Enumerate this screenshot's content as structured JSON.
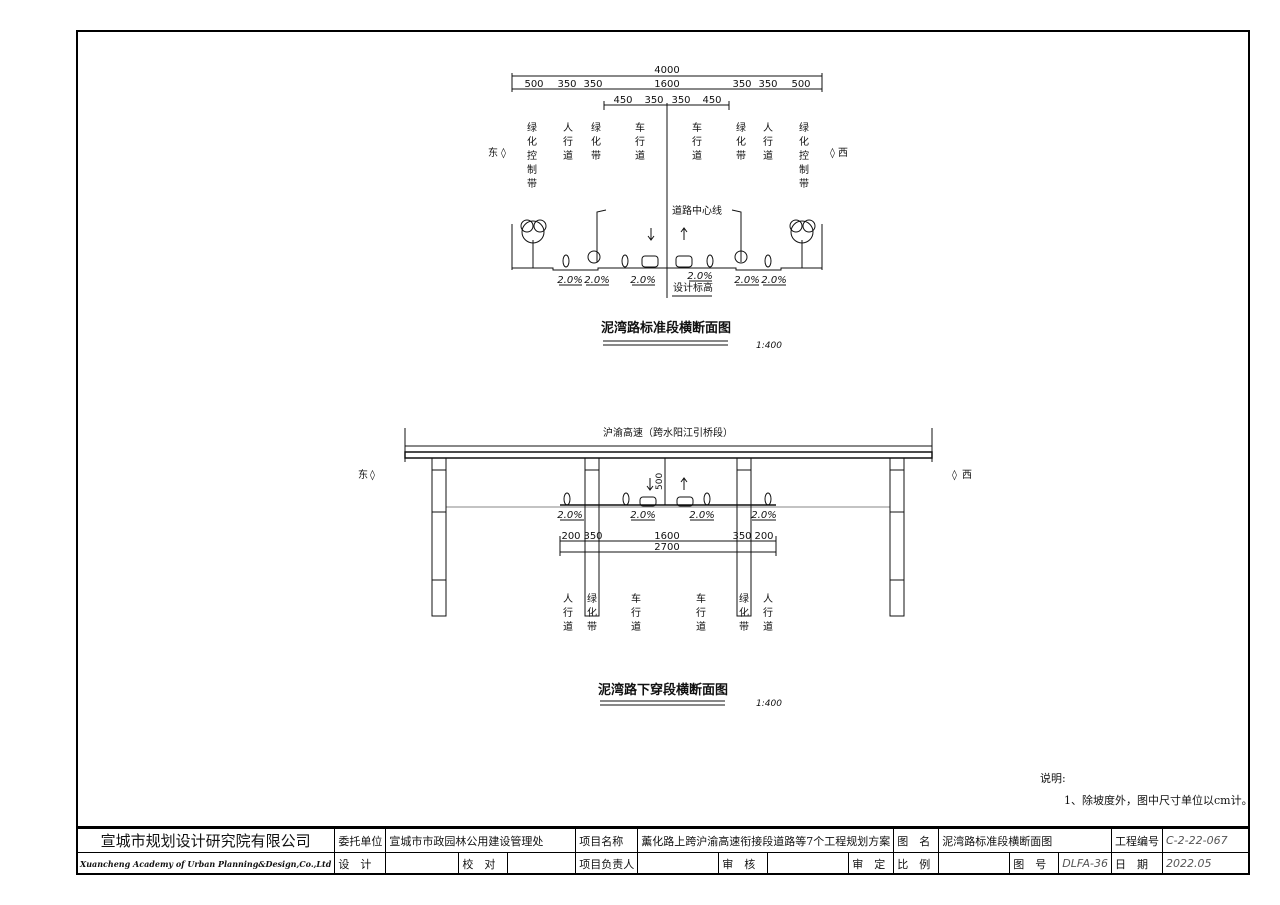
{
  "diagram1": {
    "title": "泥湾路标准段横断面图",
    "scale": "1:400",
    "total": "4000",
    "dims_row1": [
      "500",
      "350",
      "350",
      "1600",
      "350",
      "350",
      "500"
    ],
    "dims_row2": [
      "450",
      "350",
      "350",
      "450"
    ],
    "labels": [
      "绿化控制带",
      "人行道",
      "绿化带",
      "车行道",
      "车行道",
      "绿化带",
      "人行道",
      "绿化控制带"
    ],
    "east": "东",
    "west": "西",
    "centerline": "道路中心线",
    "design_elev": "设计标高",
    "slopes": [
      "2.0%",
      "2.0%",
      "2.0%",
      "2.0%",
      "2.0%",
      "2.0%"
    ]
  },
  "diagram2": {
    "title": "泥湾路下穿段横断面图",
    "scale": "1:400",
    "bridge": "沪渝高速（跨水阳江引桥段）",
    "east": "东",
    "west": "西",
    "clearance": "500",
    "dims_top": [
      "200",
      "350",
      "1600",
      "350",
      "200"
    ],
    "total": "2700",
    "slopes": [
      "2.0%",
      "2.0%",
      "2.0%",
      "2.0%"
    ],
    "labels": [
      "人行道",
      "绿化带",
      "车行道",
      "车行道",
      "绿化带",
      "人行道"
    ]
  },
  "notes": {
    "heading": "说明:",
    "item1": "1、除坡度外，图中尺寸单位以cm计。"
  },
  "title_block": {
    "company_cn": "宣城市规划设计研究院有限公司",
    "company_en": "Xuancheng Academy of Urban Planning&Design,Co.,Ltd",
    "client_label": "委托单位",
    "client": "宣城市市政园林公用建设管理处",
    "project_label": "项目名称",
    "project": "薰化路上跨沪渝高速衔接段道路等7个工程规划方案",
    "drawing_name_label": "图　名",
    "drawing_name": "泥湾路标准段横断面图",
    "project_no_label": "工程编号",
    "project_no": "C-2-22-067",
    "design_label": "设　计",
    "check_label": "校　对",
    "leader_label": "项目负责人",
    "review_label": "审　核",
    "approve_label": "审　定",
    "scale_label": "比　例",
    "drawing_no_label": "图　号",
    "drawing_no": "DLFA-36",
    "date_label": "日　期",
    "date": "2022.05"
  }
}
